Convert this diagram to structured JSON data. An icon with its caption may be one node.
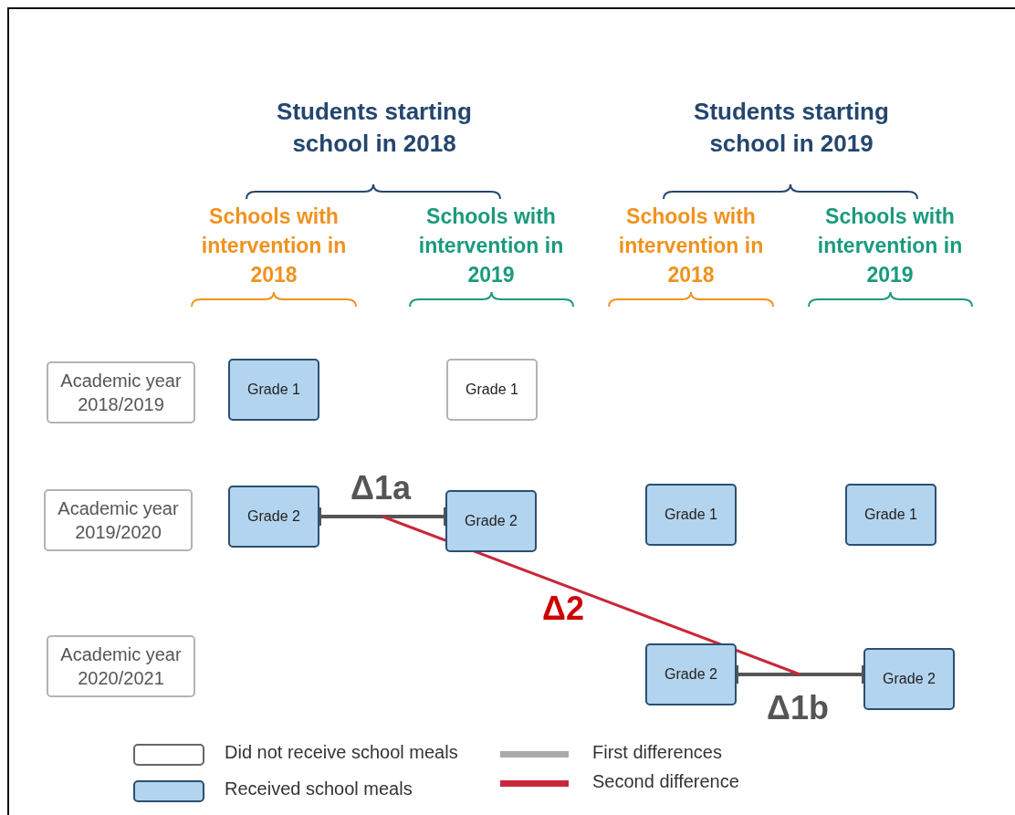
{
  "diagram": {
    "nodes": [
      {
        "text": [
          "Academic year 2018/2019"
        ]
      },
      {
        "text": [
          "Academic year 2019/2020"
        ]
      },
      {
        "text": [
          "Academic year 2020/2021"
        ]
      },
      {
        "text": [
          "Grade 1"
        ]
      },
      {
        "text": [
          "Grade 1"
        ]
      },
      {
        "text": [
          "Grade 2"
        ]
      },
      {
        "text": [
          "Grade 2"
        ]
      },
      {
        "text": [
          "Grade 1"
        ]
      },
      {
        "text": [
          "Grade 1"
        ]
      },
      {
        "text": [
          "Grade 2"
        ]
      },
      {
        "text": [
          "Grade 2"
        ]
      }
    ],
    "edges": [
      {
        "from": 5,
        "to": 6,
        "arrow": "other",
        "label": "Δ1a"
      },
      {
        "from": 9,
        "to": 10,
        "arrow": "other",
        "label": "Δ1b"
      }
    ],
    "labels": [
      "Students starting school in 2018",
      "Students starting school in 2019",
      "Schools with intervention in 2018",
      "Schools with intervention in 2019",
      "Schools with intervention in 2018",
      "Schools with intervention in 2019",
      "Δ2"
    ],
    "legend": [
      {
        "text": "Did not receive school meals",
        "color": "#ffffff"
      },
      {
        "text": "Received school meals",
        "color": "#b3d4ee"
      },
      {
        "text": "First differences"
      },
      {
        "text": "Second difference"
      }
    ]
  }
}
